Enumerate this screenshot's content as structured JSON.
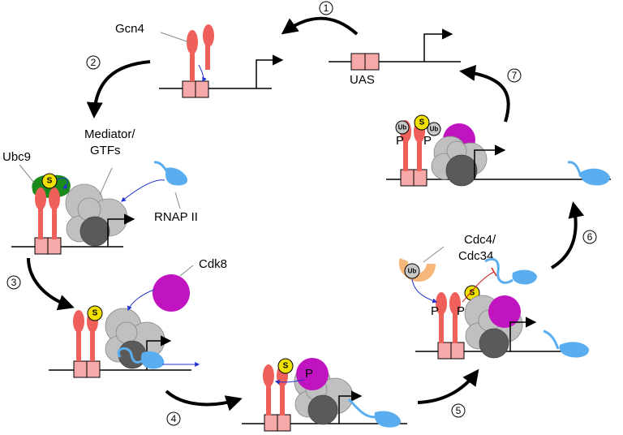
{
  "labels": {
    "gcn4": "Gcn4",
    "uas": "UAS",
    "mediator_line1": "Mediator/",
    "mediator_line2": "GTFs",
    "ubc9": "Ubc9",
    "rnap": "RNAP II",
    "cdk8": "Cdk8",
    "cdc4_line1": "Cdc4/",
    "cdc4_line2": "Cdc34"
  },
  "badges": {
    "sumo": "S",
    "ubiquitin": "Ub",
    "phospho": "P"
  },
  "steps": [
    "1",
    "2",
    "3",
    "4",
    "5",
    "6",
    "7"
  ],
  "colors": {
    "gcn4": "#f0605a",
    "uas_box": "#f7a8a8",
    "mediator_light": "#c0c0c0",
    "mediator_dark": "#5a5a5a",
    "rnap": "#5aaef0",
    "cdk8": "#c014c0",
    "ubc9": "#1a8a1a",
    "sumo": "#f0e000",
    "cdc4": "#f5b87a",
    "ub_ball": "#c8c8c8",
    "blue_arrow": "#2233cc",
    "red_inhibit": "#d02020"
  }
}
